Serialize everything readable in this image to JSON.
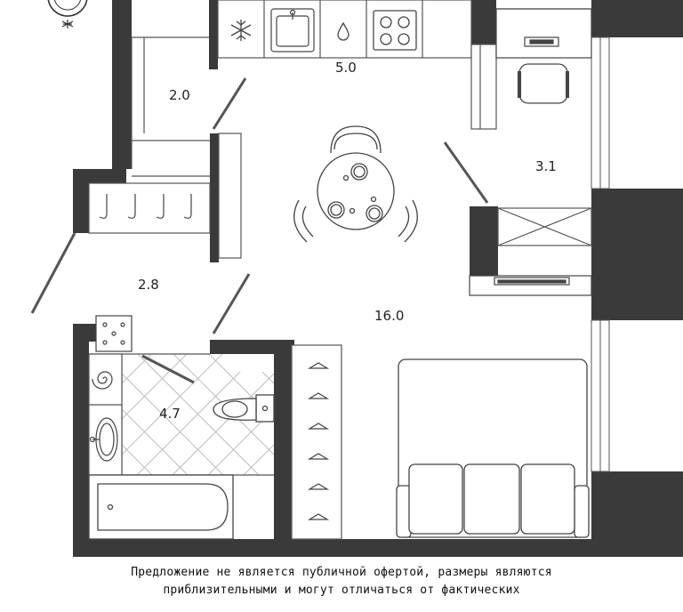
{
  "areas": {
    "kitchen": "5.0",
    "pantry": "2.0",
    "loggia": "3.1",
    "hallway": "2.8",
    "living": "16.0",
    "bathroom": "4.7"
  },
  "disclaimer": {
    "line1": "Предложение не является публичной офертой, размеры являются",
    "line2": "приблизительными и могут отличаться от фактических"
  },
  "colors": {
    "wall": "#3a3a3a",
    "line": "#555555",
    "tile": "#bdbdbd",
    "background": "#ffffff"
  },
  "icons": [
    "compass-logo-icon",
    "snowflake-icon",
    "water-drop-icon",
    "stove-icon"
  ]
}
